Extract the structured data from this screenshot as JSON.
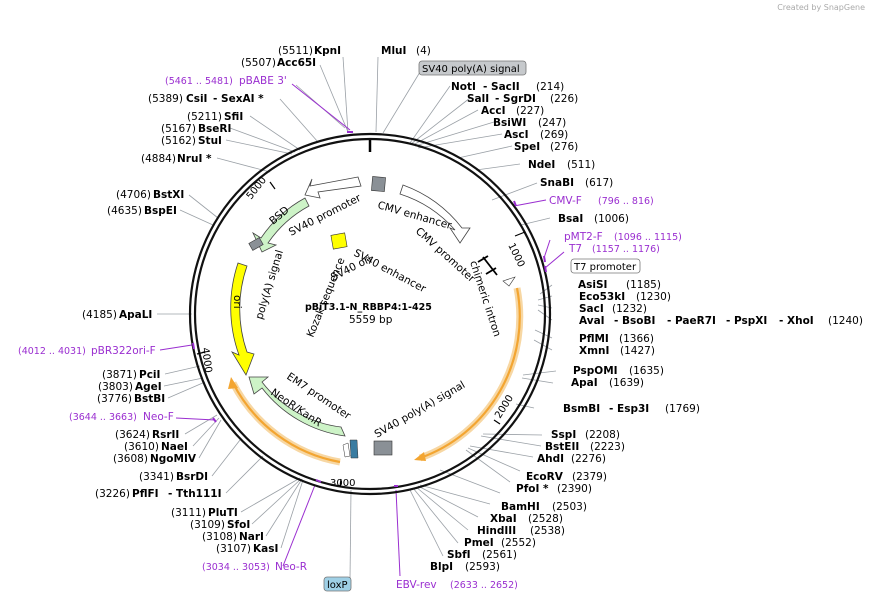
{
  "credit": {
    "text": "Created by SnapGene",
    "icon": "snapgene-logo-icon"
  },
  "plasmid": {
    "name": "pBiT3.1-N_RBBP4:1-425",
    "length_label": "5559 bp"
  },
  "colors": {
    "primer": "#9a2ed0",
    "feature_orange": "#f3a531",
    "feature_green": "#cdf3c7",
    "marker_gray": "#8a9096"
  },
  "ticks": [
    "1000",
    "2000",
    "3000",
    "4000",
    "5000"
  ],
  "feature_labels": {
    "sv40_promoter": "SV40 promoter",
    "bsd": "BSD",
    "cmv_enhancer": "CMV enhancer",
    "cmv_promoter": "CMV promoter",
    "sv40_enhancer": "SV40 enhancer",
    "sv40_ori": "SV40 ori",
    "kozak": "Kozak sequence",
    "polya": "poly(A) signal",
    "ori": "ori",
    "chimeric_intron": "chimeric intron",
    "em7": "EM7 promoter",
    "neor": "NeoR/KanR",
    "sv40_polya": "SV40 poly(A) signal"
  },
  "boxed": {
    "sv40_polya_signal": "SV40 poly(A) signal",
    "t7_promoter": "T7 promoter",
    "loxp": "loxP"
  },
  "sites": {
    "kpni": {
      "pos": "(5511)",
      "name": "KpnI"
    },
    "mlui": {
      "name": "MluI",
      "pos": "(4)"
    },
    "acc65i": {
      "pos": "(5507)",
      "name": "Acc65I"
    },
    "pbabe": {
      "pos": "(5461 .. 5481)",
      "name": "pBABE 3'"
    },
    "csii": {
      "pos": "(5389)",
      "name": "CsiI",
      "name2": "SexAI *"
    },
    "sfii": {
      "pos": "(5211)",
      "name": "SfiI"
    },
    "bseri": {
      "pos": "(5167)",
      "name": "BseRI"
    },
    "stui": {
      "pos": "(5162)",
      "name": "StuI"
    },
    "nrui": {
      "pos": "(4884)",
      "name": "NruI *"
    },
    "bstxi": {
      "pos": "(4706)",
      "name": "BstXI"
    },
    "bspei": {
      "pos": "(4635)",
      "name": "BspEI"
    },
    "apali": {
      "pos": "(4185)",
      "name": "ApaLI"
    },
    "pbr322": {
      "pos": "(4012 .. 4031)",
      "name": "pBR322ori-F"
    },
    "pcii": {
      "pos": "(3871)",
      "name": "PciI"
    },
    "agei": {
      "pos": "(3803)",
      "name": "AgeI"
    },
    "bstbi": {
      "pos": "(3776)",
      "name": "BstBI"
    },
    "neof": {
      "pos": "(3644 .. 3663)",
      "name": "Neo-F"
    },
    "rsrii": {
      "pos": "(3624)",
      "name": "RsrII"
    },
    "naei": {
      "pos": "(3610)",
      "name": "NaeI"
    },
    "ngomiv": {
      "pos": "(3608)",
      "name": "NgoMIV"
    },
    "bsrdi": {
      "pos": "(3341)",
      "name": "BsrDI"
    },
    "pflfi": {
      "pos": "(3226)",
      "name": "PflFI",
      "name2": "Tth111I"
    },
    "pluti": {
      "pos": "(3111)",
      "name": "PluTI"
    },
    "sfoi": {
      "pos": "(3109)",
      "name": "SfoI"
    },
    "nari": {
      "pos": "(3108)",
      "name": "NarI"
    },
    "kasi": {
      "pos": "(3107)",
      "name": "KasI"
    },
    "neor_primer": {
      "pos": "(3034 .. 3053)",
      "name": "Neo-R"
    },
    "ebvrev": {
      "name": "EBV-rev",
      "pos": "(2633 .. 2652)"
    },
    "blpi": {
      "name": "BlpI",
      "pos": "(2593)"
    },
    "sbfi": {
      "name": "SbfI",
      "pos": "(2561)"
    },
    "pmei": {
      "name": "PmeI",
      "pos": "(2552)"
    },
    "hindiii": {
      "name": "HindIII",
      "pos": "(2538)"
    },
    "xbai": {
      "name": "XbaI",
      "pos": "(2528)"
    },
    "bamhi": {
      "name": "BamHI",
      "pos": "(2503)"
    },
    "pfoi": {
      "name": "PfoI *",
      "pos": "(2390)"
    },
    "ecorv": {
      "name": "EcoRV",
      "pos": "(2379)"
    },
    "ahdi": {
      "name": "AhdI",
      "pos": "(2276)"
    },
    "bsteii": {
      "name": "BstEII",
      "pos": "(2223)"
    },
    "sspi": {
      "name": "SspI",
      "pos": "(2208)"
    },
    "bsmbi": {
      "name": "BsmBI",
      "name2": "Esp3I",
      "pos": "(1769)"
    },
    "apai": {
      "name": "ApaI",
      "pos": "(1639)"
    },
    "pspomi": {
      "name": "PspOMI",
      "pos": "(1635)"
    },
    "xmni": {
      "name": "XmnI",
      "pos": "(1427)"
    },
    "pflmi": {
      "name": "PflMI",
      "pos": "(1366)"
    },
    "avai": {
      "name": "AvaI",
      "name2": "BsoBI",
      "name3": "PaeR7I",
      "name4": "PspXI",
      "name5": "XhoI",
      "pos": "(1240)"
    },
    "saci": {
      "name": "SacI",
      "pos": "(1232)"
    },
    "eco53ki": {
      "name": "Eco53kI",
      "pos": "(1230)"
    },
    "asisi": {
      "name": "AsiSI",
      "pos": "(1185)"
    },
    "t7": {
      "name": "T7",
      "pos": "(1157 .. 1176)"
    },
    "pmt2f": {
      "name": "pMT2-F",
      "pos": "(1096 .. 1115)"
    },
    "bsai": {
      "name": "BsaI",
      "pos": "(1006)"
    },
    "cmvf": {
      "name": "CMV-F",
      "pos": "(796 .. 816)"
    },
    "snabi": {
      "name": "SnaBI",
      "pos": "(617)"
    },
    "ndei": {
      "name": "NdeI",
      "pos": "(511)"
    },
    "spei": {
      "name": "SpeI",
      "pos": "(276)"
    },
    "asci": {
      "name": "AscI",
      "pos": "(269)"
    },
    "bsiwi": {
      "name": "BsiWI",
      "pos": "(247)"
    },
    "acci": {
      "name": "AccI",
      "pos": "(227)"
    },
    "sali": {
      "name": "SalI",
      "name2": "SgrDI",
      "pos": "(226)"
    },
    "notI": {
      "name": "NotI",
      "name2": "SacII",
      "pos": "(214)"
    }
  }
}
